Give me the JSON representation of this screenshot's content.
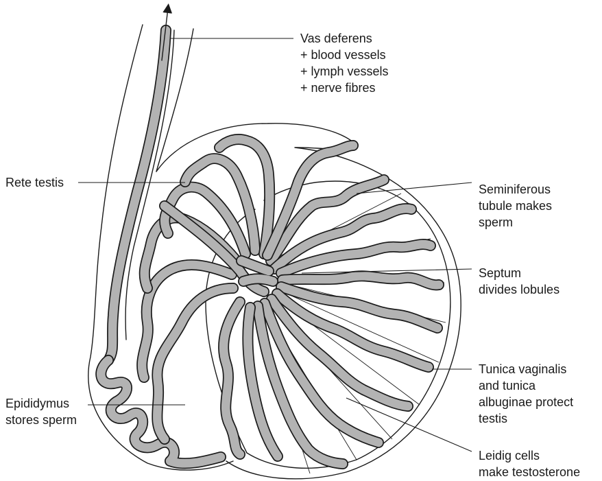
{
  "colors": {
    "ink": "#1a1a1a",
    "tubule_fill": "#b3b3b3",
    "background": "#ffffff"
  },
  "labels": {
    "vas_deferens": [
      "Vas deferens",
      "+ blood vessels",
      "+ lymph vessels",
      "+ nerve fibres"
    ],
    "rete_testis": [
      "Rete testis"
    ],
    "seminiferous": [
      "Seminiferous",
      "tubule makes",
      "sperm"
    ],
    "septum": [
      "Septum",
      "divides lobules"
    ],
    "tunica": [
      "Tunica vaginalis",
      "and tunica",
      "albuginae protect",
      "testis"
    ],
    "epididymus": [
      "Epididymus",
      "stores sperm"
    ],
    "leidig": [
      "Leidig cells",
      "make testosterone"
    ]
  }
}
